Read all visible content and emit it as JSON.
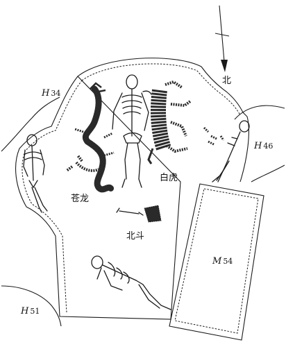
{
  "labels": {
    "north": "北",
    "h34": {
      "letter": "H",
      "num": "34"
    },
    "h46": {
      "letter": "H",
      "num": "46"
    },
    "h51": {
      "letter": "H",
      "num": "51"
    },
    "m54": {
      "letter": "M",
      "num": "54"
    },
    "canglong": "苍龙",
    "baihu": "白虎",
    "beidou": "北斗"
  },
  "colors": {
    "ink": "#1a1a1a",
    "paper": "#ffffff"
  }
}
